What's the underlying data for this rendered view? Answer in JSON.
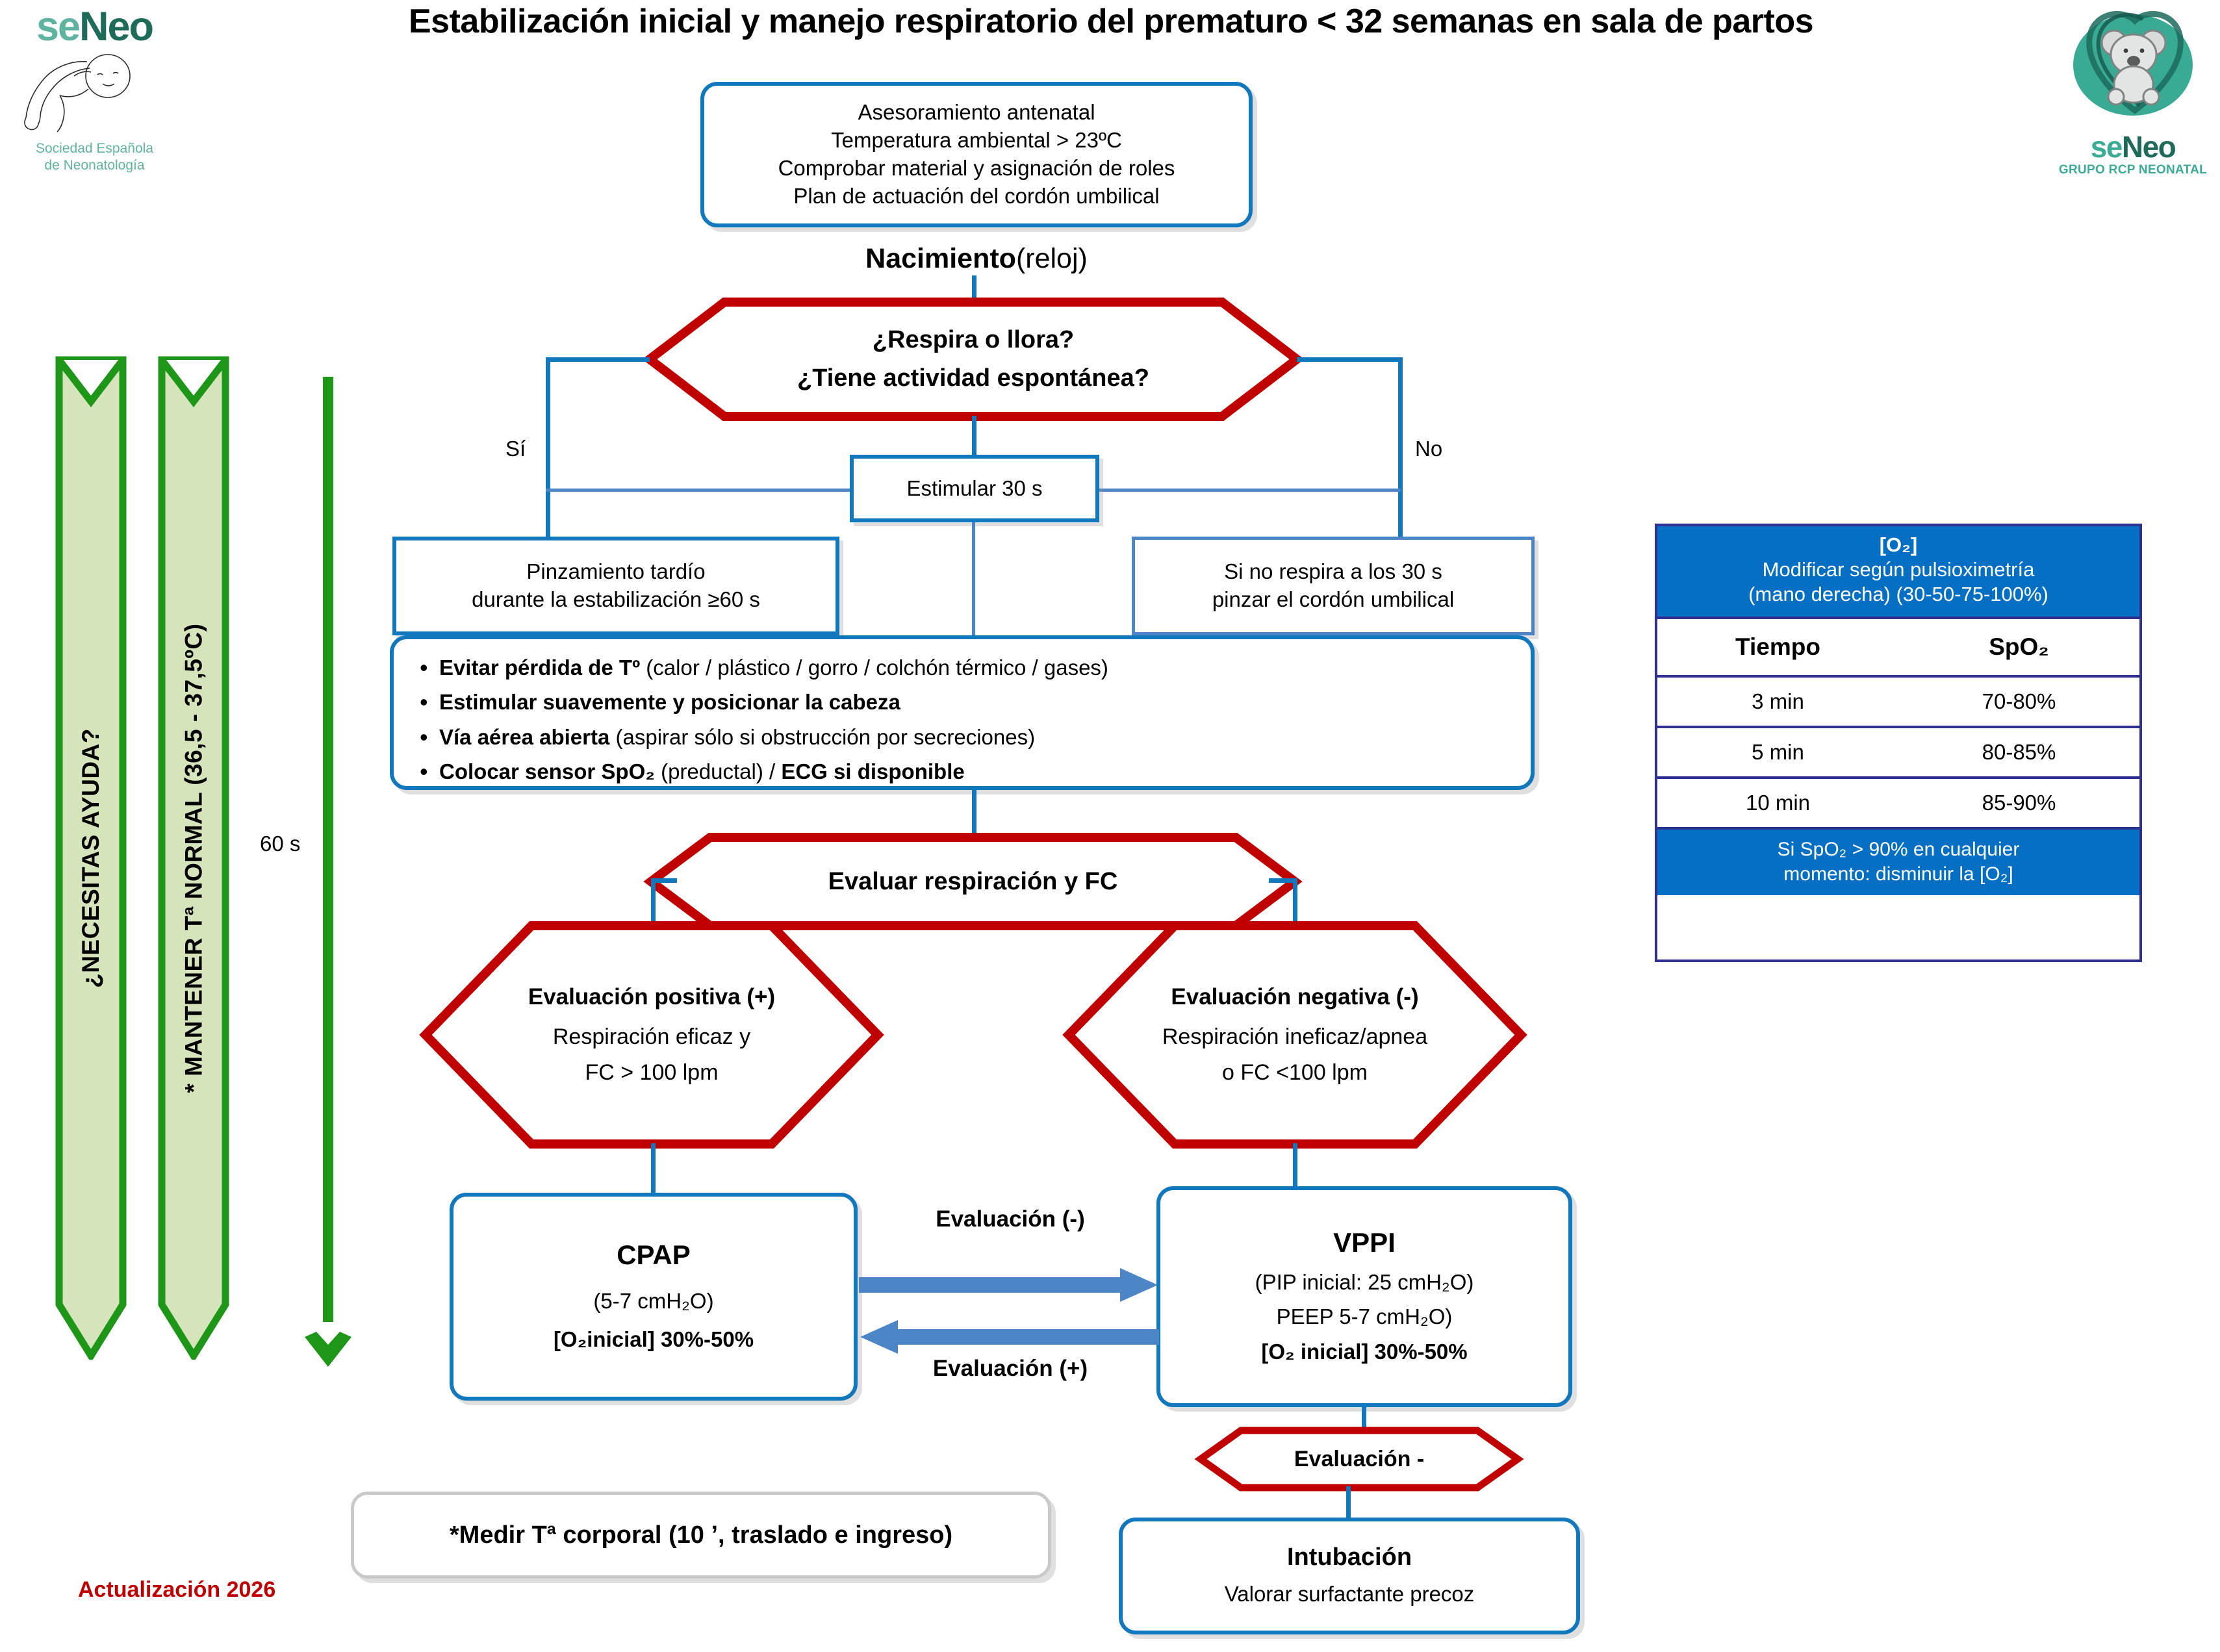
{
  "title": "Estabilización inicial y manejo respiratorio del prematuro < 32 semanas en sala de partos",
  "logo_left": {
    "word_a": "se",
    "word_b": "Neo",
    "tagline_1": "Sociedad Española",
    "tagline_2": "de Neonatología"
  },
  "logo_right": {
    "word_a": "se",
    "word_b": "Neo",
    "tagline": "GRUPO RCP NEONATAL"
  },
  "colors": {
    "blue": "#1278BE",
    "red": "#C00000",
    "green": "#1E9618",
    "green_fill": "#D6E4BC",
    "table_blue": "#0570C3",
    "table_border": "#2E3192",
    "accent_red_text": "#C00000"
  },
  "prep_box": {
    "line1": "Asesoramiento antenatal",
    "line2": "Temperatura ambiental > 23ºC",
    "line3": "Comprobar material y asignación de roles",
    "line4": "Plan de actuación del cordón umbilical"
  },
  "birth_label": {
    "bold": "Nacimiento",
    "rest": " (reloj)"
  },
  "decision_1": {
    "line1": "¿Respira o llora?",
    "line2": "¿Tiene actividad espontánea?"
  },
  "branch_labels": {
    "yes": "Sí",
    "no": "No"
  },
  "stimulate_box": "Estimular 30 s",
  "cord_yes_box": {
    "line1": "Pinzamiento tardío",
    "line2": "durante la estabilización ≥60 s"
  },
  "cord_no_box": {
    "line1": "Si no respira  a los 30 s",
    "line2": "pinzar el cordón umbilical"
  },
  "steps_box": {
    "items": [
      {
        "bold": "Evitar pérdida de Tº",
        "rest": " (calor / plástico / gorro / colchón térmico / gases)"
      },
      {
        "bold": "Estimular suavemente y posicionar la cabeza",
        "rest": ""
      },
      {
        "bold": "Vía aérea abierta",
        "rest": " (aspirar sólo si obstrucción por secreciones)"
      },
      {
        "bold": "Colocar sensor SpO₂",
        "rest": " (preductal) / ",
        "bold2": "ECG si disponible"
      }
    ]
  },
  "decision_2": "Evaluar respiración y FC",
  "eval_positive": {
    "line1": "Evaluación positiva (+)",
    "line2": "Respiración eficaz y",
    "line3": "FC > 100 lpm"
  },
  "eval_negative": {
    "line1": "Evaluación negativa (-)",
    "line2": "Respiración ineficaz/apnea",
    "line3": "o FC <100 lpm"
  },
  "cpap_box": {
    "title": "CPAP",
    "line2": "(5-7 cmH₂O)",
    "line3": "[O₂inicial] 30%-50%"
  },
  "vppi_box": {
    "title": "VPPI",
    "line2": "(PIP inicial: 25 cmH₂O)",
    "line3": "PEEP 5-7 cmH₂O)",
    "line4": "[O₂ inicial] 30%-50%"
  },
  "arrow_labels": {
    "to_vppi": "Evaluación  (-)",
    "to_cpap": "Evaluación  (+)"
  },
  "eval_minus_hex": "Evaluación -",
  "intubation_box": {
    "line1": "Intubación",
    "line2": "Valorar surfactante precoz"
  },
  "temp_note_box": "*Medir Tª corporal (10 ’, traslado e ingreso)",
  "green_arrow_1": "¿NECESITAS AYUDA?",
  "green_arrow_2": "* MANTENER Tª  NORMAL (36,5 - 37,5ºC)",
  "timer_label": "60 s",
  "update_label": "Actualización 2026",
  "o2_panel": {
    "header_tag": "[O₂]",
    "header_line2": "Modificar según pulsioximetría",
    "header_line3": "(mano derecha) (30-50-75-100%)",
    "col_time": "Tiempo",
    "col_spo2": "SpO₂",
    "rows": [
      {
        "time": "3 min",
        "spo2": "70-80%"
      },
      {
        "time": "5 min",
        "spo2": "80-85%"
      },
      {
        "time": "10 min",
        "spo2": "85-90%"
      }
    ],
    "footer_line1": "Si SpO₂ > 90% en cualquier",
    "footer_line2": "momento: disminuir la [O₂]"
  }
}
